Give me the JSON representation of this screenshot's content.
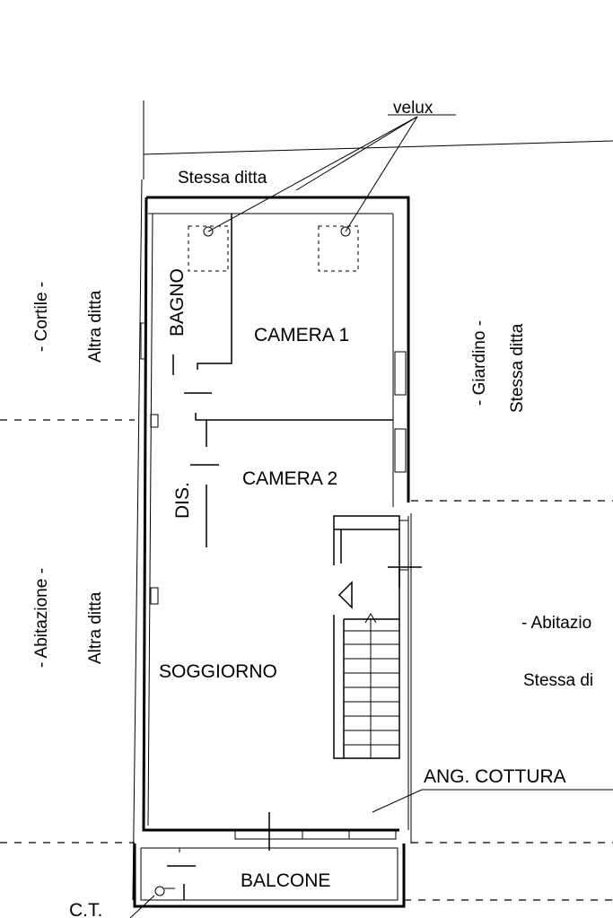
{
  "rooms": {
    "bagno": "BAGNO",
    "camera_1": "CAMERA 1",
    "camera_2": "CAMERA 2",
    "disimpegno": "DIS.",
    "soggiorno": "SOGGIORNO",
    "angolo_cottura": "ANG. COTTURA",
    "balcone": "BALCONE",
    "centrale_termica": "C.T."
  },
  "annotations": {
    "velux": "velux",
    "stessa_ditta_top": "Stessa ditta"
  },
  "neighbours": {
    "cortile": "- Cortile -",
    "altra_ditta_upper": "Altra ditta",
    "abitazione_left": "- Abitazione -",
    "altra_ditta_lower": "Altra ditta",
    "giardino": "- Giardino -",
    "stessa_ditta_right": "Stessa ditta",
    "abitazione_right": "- Abitazio",
    "stessa_ditta_right_lower": "Stessa di"
  }
}
